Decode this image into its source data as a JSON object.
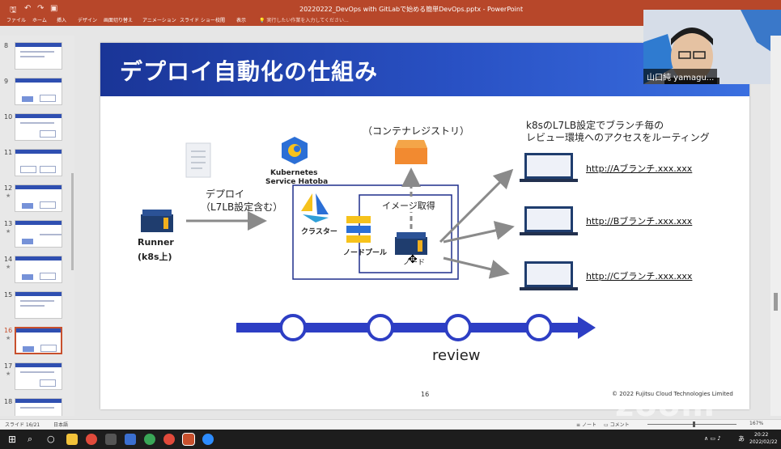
{
  "window": {
    "title": "20220222_DevOps with GitLabで始める簡単DevOps.pptx - PowerPoint"
  },
  "ribbon": {
    "tabs": [
      "ファイル",
      "ホーム",
      "挿入",
      "デザイン",
      "画面切り替え",
      "アニメーション",
      "スライド ショー",
      "校閲",
      "表示"
    ],
    "tell_me": "実行したい作業を入力してください..."
  },
  "thumbnails": {
    "numbers": [
      "8",
      "9",
      "10",
      "11",
      "12",
      "13",
      "14",
      "15",
      "16",
      "17",
      "18"
    ],
    "selected": "16"
  },
  "slide": {
    "title": "デプロイ自動化の仕組み",
    "registry_label": "（コンテナレジストリ）",
    "routing_note_line1": "k8sのL7LB設定でブランチ毎の",
    "routing_note_line2": "レビュー環境へのアクセスをルーティング",
    "deploy_label_line1": "デプロイ",
    "deploy_label_line2": "（L7LB設定含む）",
    "k8s_line1": "Kubernetes",
    "k8s_line2": "Service Hatoba",
    "cluster_label": "クラスター",
    "image_fetch_label": "イメージ取得",
    "nodepool_label": "ノードプール",
    "node_label": "ノード",
    "runner_line1": "Runner",
    "runner_line2": "(k8s上)",
    "url_a": "http://Aブランチ.xxx.xxx",
    "url_b": "http://Bブランチ.xxx.xxx",
    "url_c": "http://Cブランチ.xxx.xxx",
    "review_label": "review",
    "page_number": "16",
    "copyright": "© 2022 Fujitsu Cloud Technologies Limited"
  },
  "webcam": {
    "name": "山口純 yamagu..."
  },
  "statusbar": {
    "slide_info": "スライド 16/21",
    "language": "日本語",
    "notes": "ノート",
    "comments": "コメント",
    "zoom_level": "167%"
  },
  "watermark": "zoom",
  "taskbar": {
    "time": "20:22",
    "date": "2022/02/22",
    "ime": "あ"
  },
  "colors": {
    "title_bar": "#b7472a",
    "slide_header": "#1f3fa8",
    "timeline": "#2d3ec4",
    "arrow_gray": "#8a8a8a"
  }
}
